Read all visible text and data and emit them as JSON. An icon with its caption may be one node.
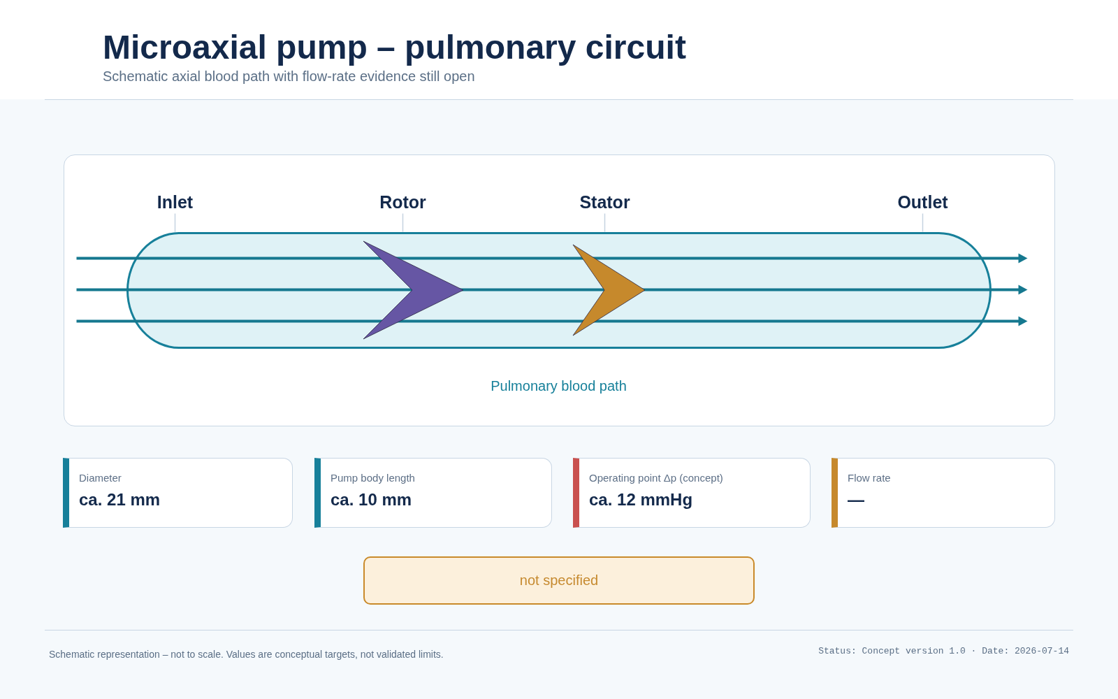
{
  "diagram": {
    "title": "Microaxial pump – pulmonary circuit",
    "caption": "Schematic representation – not to scale. Values are conceptual targets, not validated limits.",
    "nodes": [
      {
        "text": [
          "Inlet"
        ]
      },
      {
        "text": [
          "Rotor"
        ]
      },
      {
        "text": [
          "Stator"
        ]
      },
      {
        "text": [
          "Outlet"
        ]
      },
      {
        "text": [],
        "shape": "bar",
        "beside": [
          "Pulmonary blood path"
        ]
      },
      {
        "text": [],
        "shape": "chevron",
        "in": 4
      },
      {
        "text": [],
        "shape": "chevron",
        "in": 4
      },
      {
        "text": [
          "Diameter",
          "ca. 21 mm"
        ]
      },
      {
        "text": [
          "Pump body length",
          "ca. 10 mm"
        ]
      },
      {
        "text": [
          "Operating point Δp (concept)",
          "ca. 12 mmHg"
        ]
      },
      {
        "text": [
          "Flow rate",
          "—"
        ]
      },
      {
        "text": [
          "not specified"
        ]
      }
    ],
    "edges": [
      {
        "from": 0,
        "to": 4,
        "arrow": "none"
      },
      {
        "from": 1,
        "to": 4,
        "arrow": "none"
      },
      {
        "from": 2,
        "to": 4,
        "arrow": "none"
      },
      {
        "from": 3,
        "to": 4,
        "arrow": "none"
      }
    ],
    "labels": [
      "Schematic axial blood path with flow-rate evidence still open",
      "Status: Concept version 1.0 · Date: 2026-07-14"
    ]
  }
}
